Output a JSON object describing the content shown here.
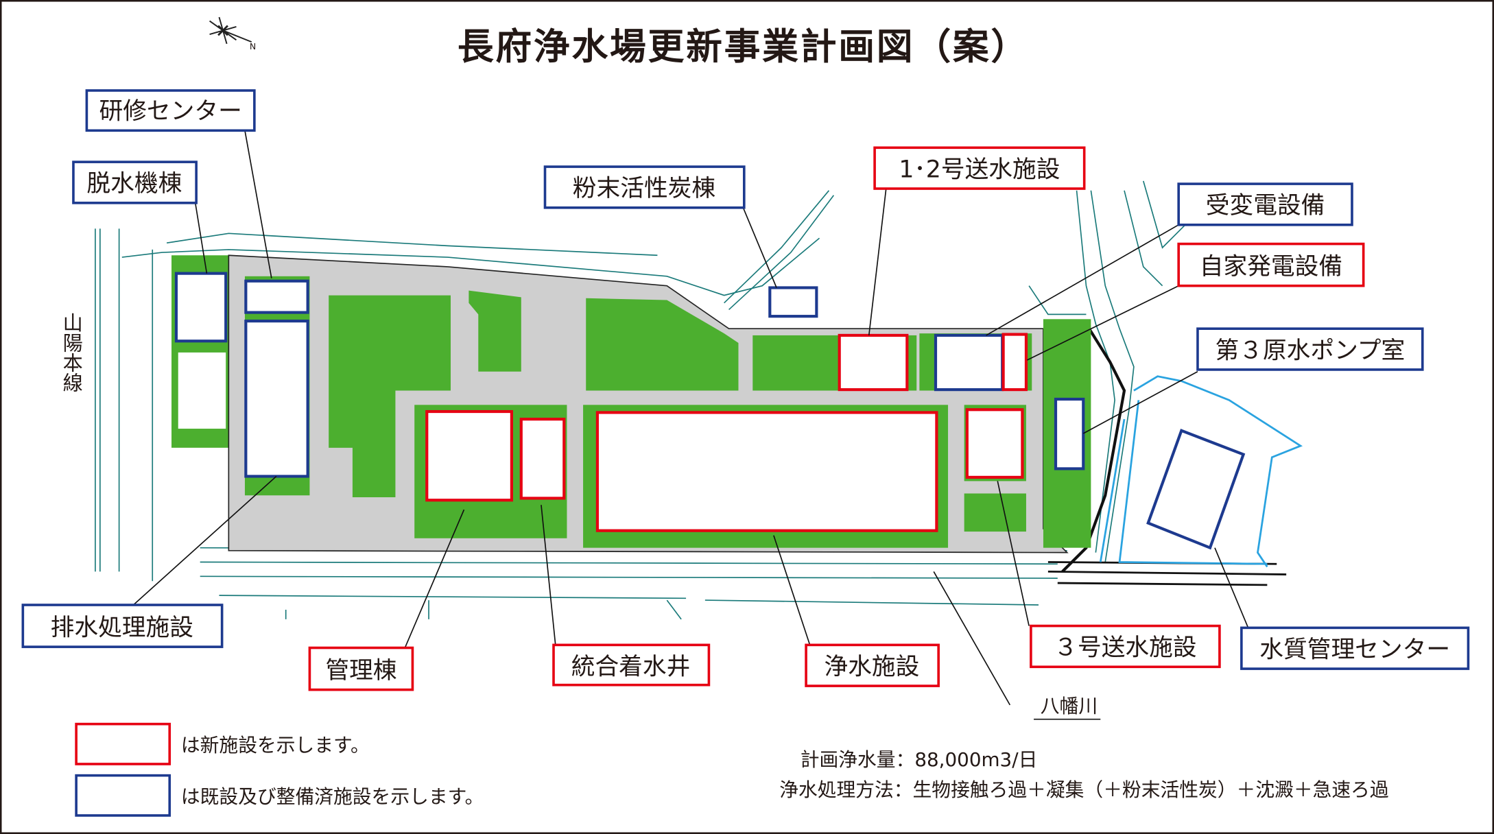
{
  "title": "長府浄水場更新事業計画図（案）",
  "railway_label": "山陽本線",
  "river_label": "八幡川",
  "facilities": {
    "training_center": {
      "label": "研修センター",
      "status": "existing"
    },
    "dewatering": {
      "label": "脱水機棟",
      "status": "existing"
    },
    "activated_carbon": {
      "label": "粉末活性炭棟",
      "status": "existing"
    },
    "pump_1_2": {
      "label": "1･2号送水施設",
      "status": "new"
    },
    "substation": {
      "label": "受変電設備",
      "status": "existing"
    },
    "generator": {
      "label": "自家発電設備",
      "status": "new"
    },
    "raw_pump_3": {
      "label": "第３原水ポンプ室",
      "status": "existing"
    },
    "drainage": {
      "label": "排水処理施設",
      "status": "existing"
    },
    "admin": {
      "label": "管理棟",
      "status": "new"
    },
    "receiving_well": {
      "label": "統合着水井",
      "status": "new"
    },
    "purification": {
      "label": "浄水施設",
      "status": "new"
    },
    "pump_3": {
      "label": "３号送水施設",
      "status": "new"
    },
    "quality_center": {
      "label": "水質管理センター",
      "status": "existing"
    }
  },
  "legend": {
    "new": "は新施設を示します。",
    "existing": "は既設及び整備済施設を示します。"
  },
  "notes": {
    "capacity": "計画浄水量：88,000m3/日",
    "method": "浄水処理方法：生物接触ろ過＋凝集（＋粉末活性炭）＋沈澱＋急速ろ過"
  },
  "colors": {
    "new": "#e60012",
    "existing": "#1d3a8f",
    "green": "#4caf2f",
    "road": "#cfcfcf"
  }
}
